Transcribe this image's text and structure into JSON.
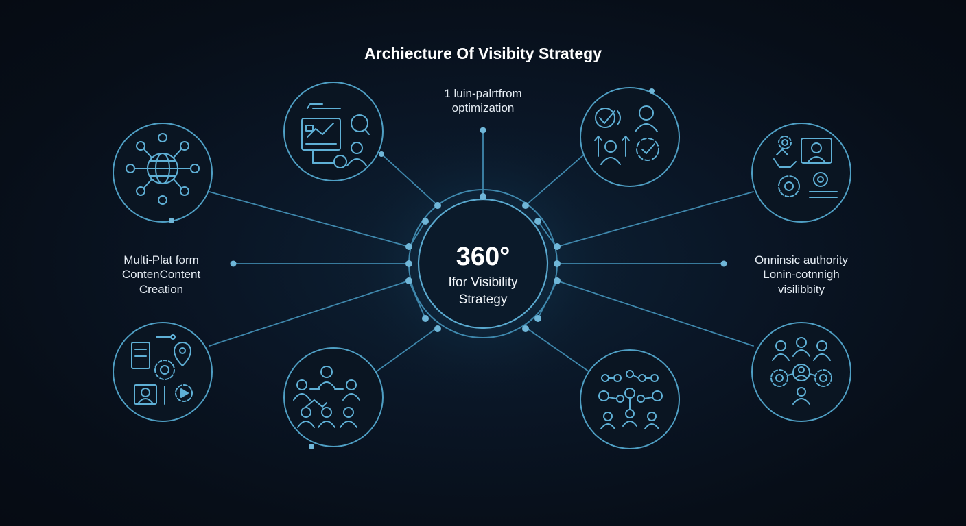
{
  "title": "Archiecture Of Visibity Strategy",
  "hub": {
    "headline": "360°",
    "subtitle_line1": "Ifor Visibility",
    "subtitle_line2": "Strategy"
  },
  "labels": {
    "top": [
      "1 luin-palrtfrom",
      "optimization"
    ],
    "left": [
      "Multi-Plat form",
      "ContenContent",
      "Creation"
    ],
    "right": [
      "Onninsic authority",
      "Lonin-cotnnigh",
      "visilibbity"
    ]
  },
  "colors": {
    "accent": "#4f9fc4",
    "node_fill": "#6fb6d8",
    "background": "#070e18",
    "text": "#e6edf4"
  },
  "nodes": [
    {
      "id": "network-globe",
      "icon": "globe-network-icon"
    },
    {
      "id": "analytics-dashboard",
      "icon": "analytics-dashboard-icon"
    },
    {
      "id": "validation-team",
      "icon": "checkmark-team-icon"
    },
    {
      "id": "media-settings",
      "icon": "media-settings-icon"
    },
    {
      "id": "content-tools",
      "icon": "content-tools-icon"
    },
    {
      "id": "team-hierarchy",
      "icon": "team-hierarchy-icon"
    },
    {
      "id": "collaboration-network",
      "icon": "collaboration-network-icon"
    },
    {
      "id": "partner-network",
      "icon": "partner-network-icon"
    }
  ]
}
